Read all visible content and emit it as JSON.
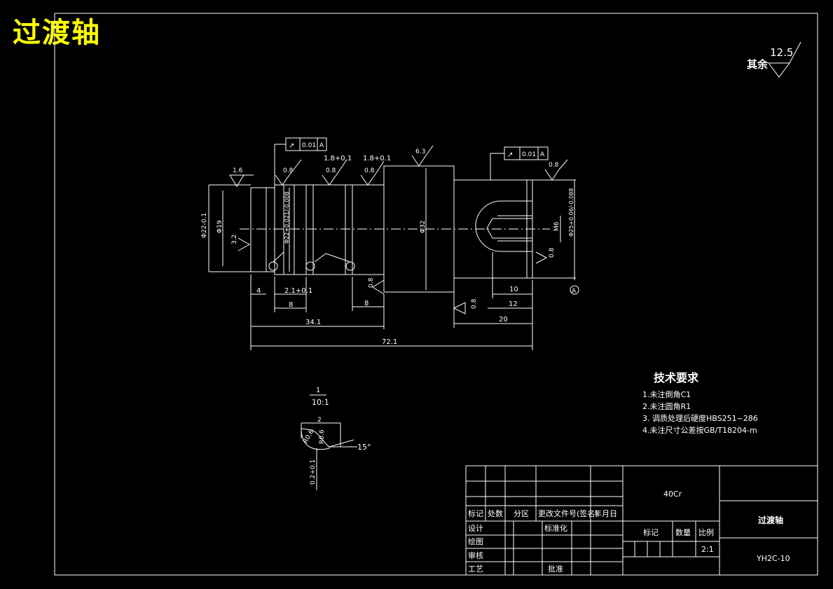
{
  "title": "过渡轴",
  "surface_default": {
    "label": "其余",
    "value": "12.5"
  },
  "tech_requirements": {
    "heading": "技术要求",
    "items": [
      "1.未注倒角C1",
      "2.未注圆角R1",
      "3. 调质处理后硬度HBS251~286",
      "4.未注尺寸公差按GB/T18204-m"
    ]
  },
  "detail": {
    "scale_num": "1",
    "scale_den": "10:1",
    "width_dim": "2",
    "r1": "R0.6",
    "r2": "R0.6",
    "angle": "15°",
    "depth": "0.2+0.1"
  },
  "dimensions": {
    "d1": "Φ22-0.1",
    "d2": "Φ19",
    "d3": "Φ22+0.021/-0.008",
    "d4": "Φ32",
    "d5": "Φ25+0.06/-0.088",
    "thread": "M6",
    "l4": "4",
    "l21": "2.1+0.1",
    "l8": "8",
    "l8b": "8",
    "l341": "34.1",
    "l721": "72.1",
    "l10": "10",
    "l12": "12",
    "l20": "20",
    "groove1": "1.8+0.1",
    "groove2": "1.8+0.1",
    "datum": "A"
  },
  "roughness": {
    "r16": "1.6",
    "r08a": "0.8",
    "r08b": "0.8",
    "r08c": "0.8",
    "r63": "6.3",
    "r08d": "0.8",
    "r32": "3.2",
    "r08e": "0.8",
    "r08f": "0.8",
    "r08g": "0.8"
  },
  "tolerance_frames": [
    {
      "symbol": "↗",
      "value": "0.01",
      "datum": "A"
    },
    {
      "symbol": "↗",
      "value": "0.01",
      "datum": "A"
    }
  ],
  "title_block": {
    "material": "40Cr",
    "part_name": "过渡轴",
    "drawing_no": "YH2C-10",
    "scale": "2:1",
    "col_headers": [
      "标记",
      "处数",
      "分区",
      "更改文件号(签名)",
      "年月日"
    ],
    "row_design": "设计",
    "row_standard": "标准化",
    "row_draw": "绘图",
    "row_check": "审核",
    "row_process": "工艺",
    "row_approve": "批准",
    "mark": "标记",
    "qty": "数量",
    "ratio": "比例"
  },
  "colors": {
    "background": "#000000",
    "lines": "#ffffff",
    "title": "#ffff00"
  }
}
